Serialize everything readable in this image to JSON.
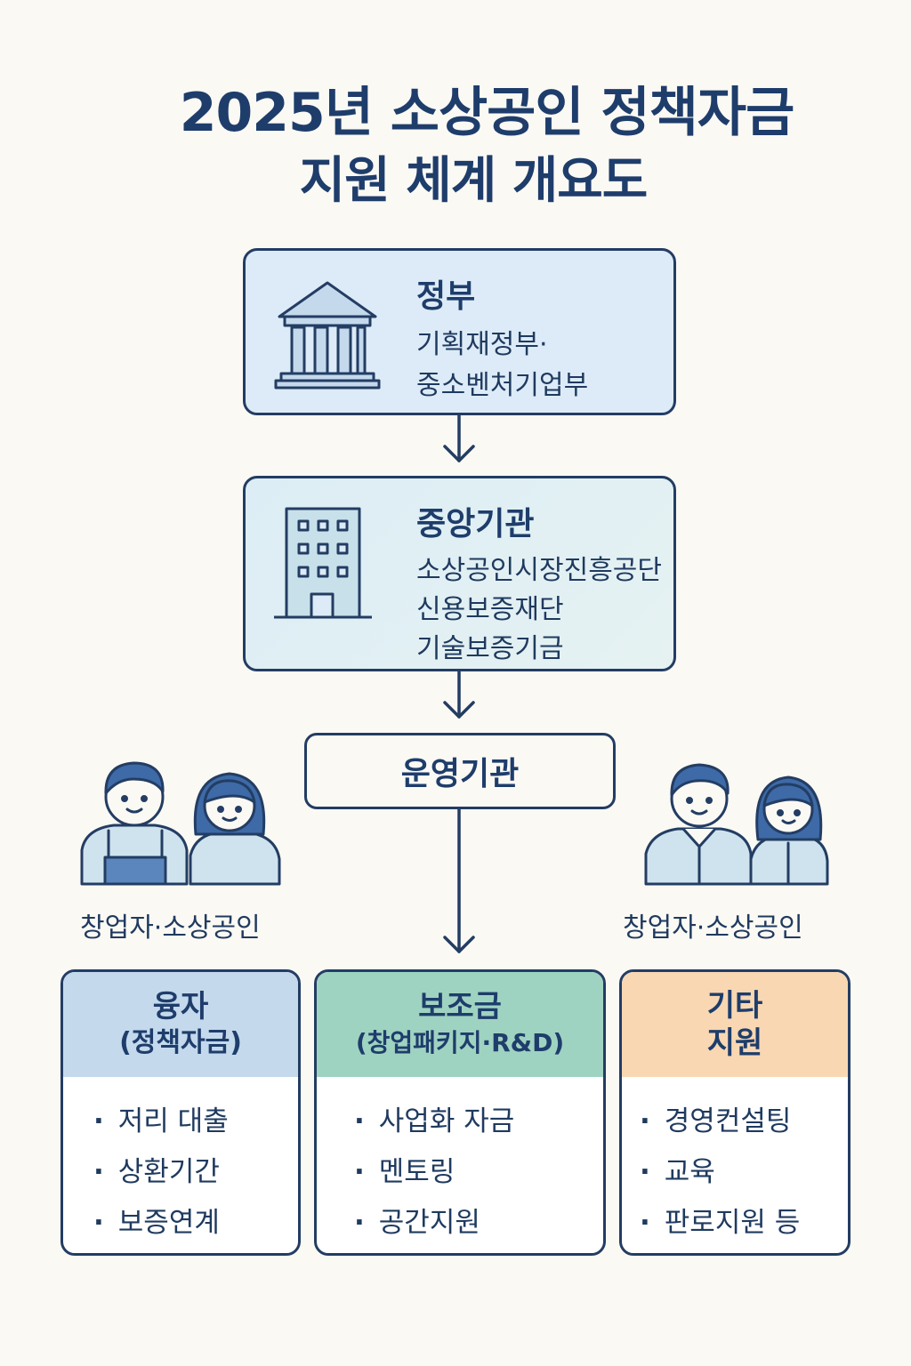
{
  "title": {
    "line1": "2025년 소상공인 정책자금",
    "line2": "지원 체계 개요도"
  },
  "government": {
    "title": "정부",
    "lines": [
      "기획재정부·",
      "중소벤처기업부"
    ]
  },
  "central": {
    "title": "중앙기관",
    "lines": [
      "소상공인시장진흥공단",
      "신용보증재단",
      "기술보증기금"
    ]
  },
  "operator": {
    "title": "운영기관"
  },
  "people": {
    "left_label": "창업자·소상공인",
    "right_label": "창업자·소상공인"
  },
  "cards": [
    {
      "title": "융자",
      "subtitle": "(정책자금)",
      "items": [
        "저리 대출",
        "상환기간",
        "보증연계"
      ],
      "color": "#c4d9ec"
    },
    {
      "title": "보조금",
      "subtitle": "(창업패키지·R&D)",
      "items": [
        "사업화 자금",
        "멘토링",
        "공간지원"
      ],
      "color": "#9fd3c1"
    },
    {
      "title": "기타",
      "subtitle": "지원",
      "items": [
        "경영컨설팅",
        "교육",
        "판로지원 등"
      ],
      "color": "#f8d7b2"
    }
  ],
  "colors": {
    "line": "#233d63",
    "title": "#1e3d6b",
    "background": "#fbf9f4"
  },
  "icons": [
    "government-building-icon",
    "office-building-icon",
    "people-left-icon",
    "people-right-icon"
  ]
}
